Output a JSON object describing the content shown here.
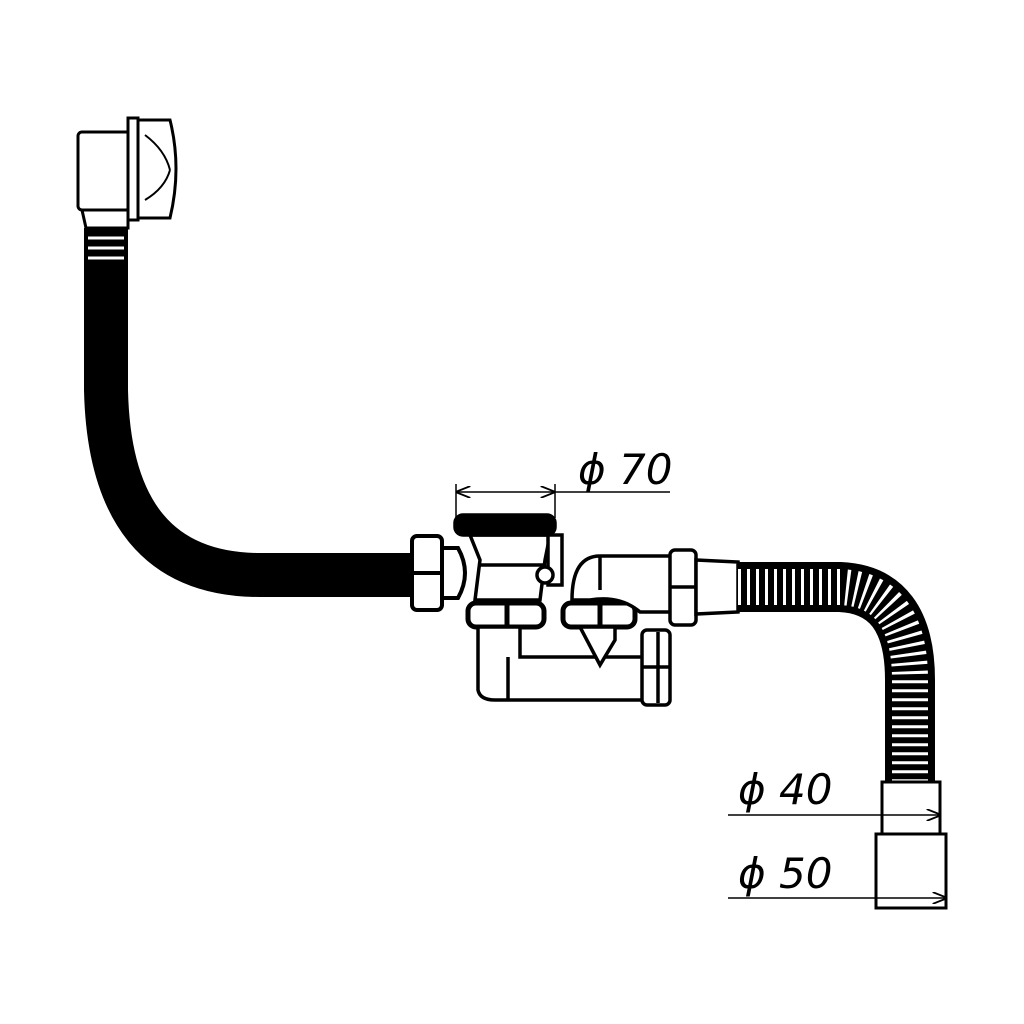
{
  "dimensions": {
    "d70": "ϕ 70",
    "d40": "ϕ 40",
    "d50": "ϕ 50"
  },
  "colors": {
    "line": "#000000",
    "background": "#ffffff"
  }
}
